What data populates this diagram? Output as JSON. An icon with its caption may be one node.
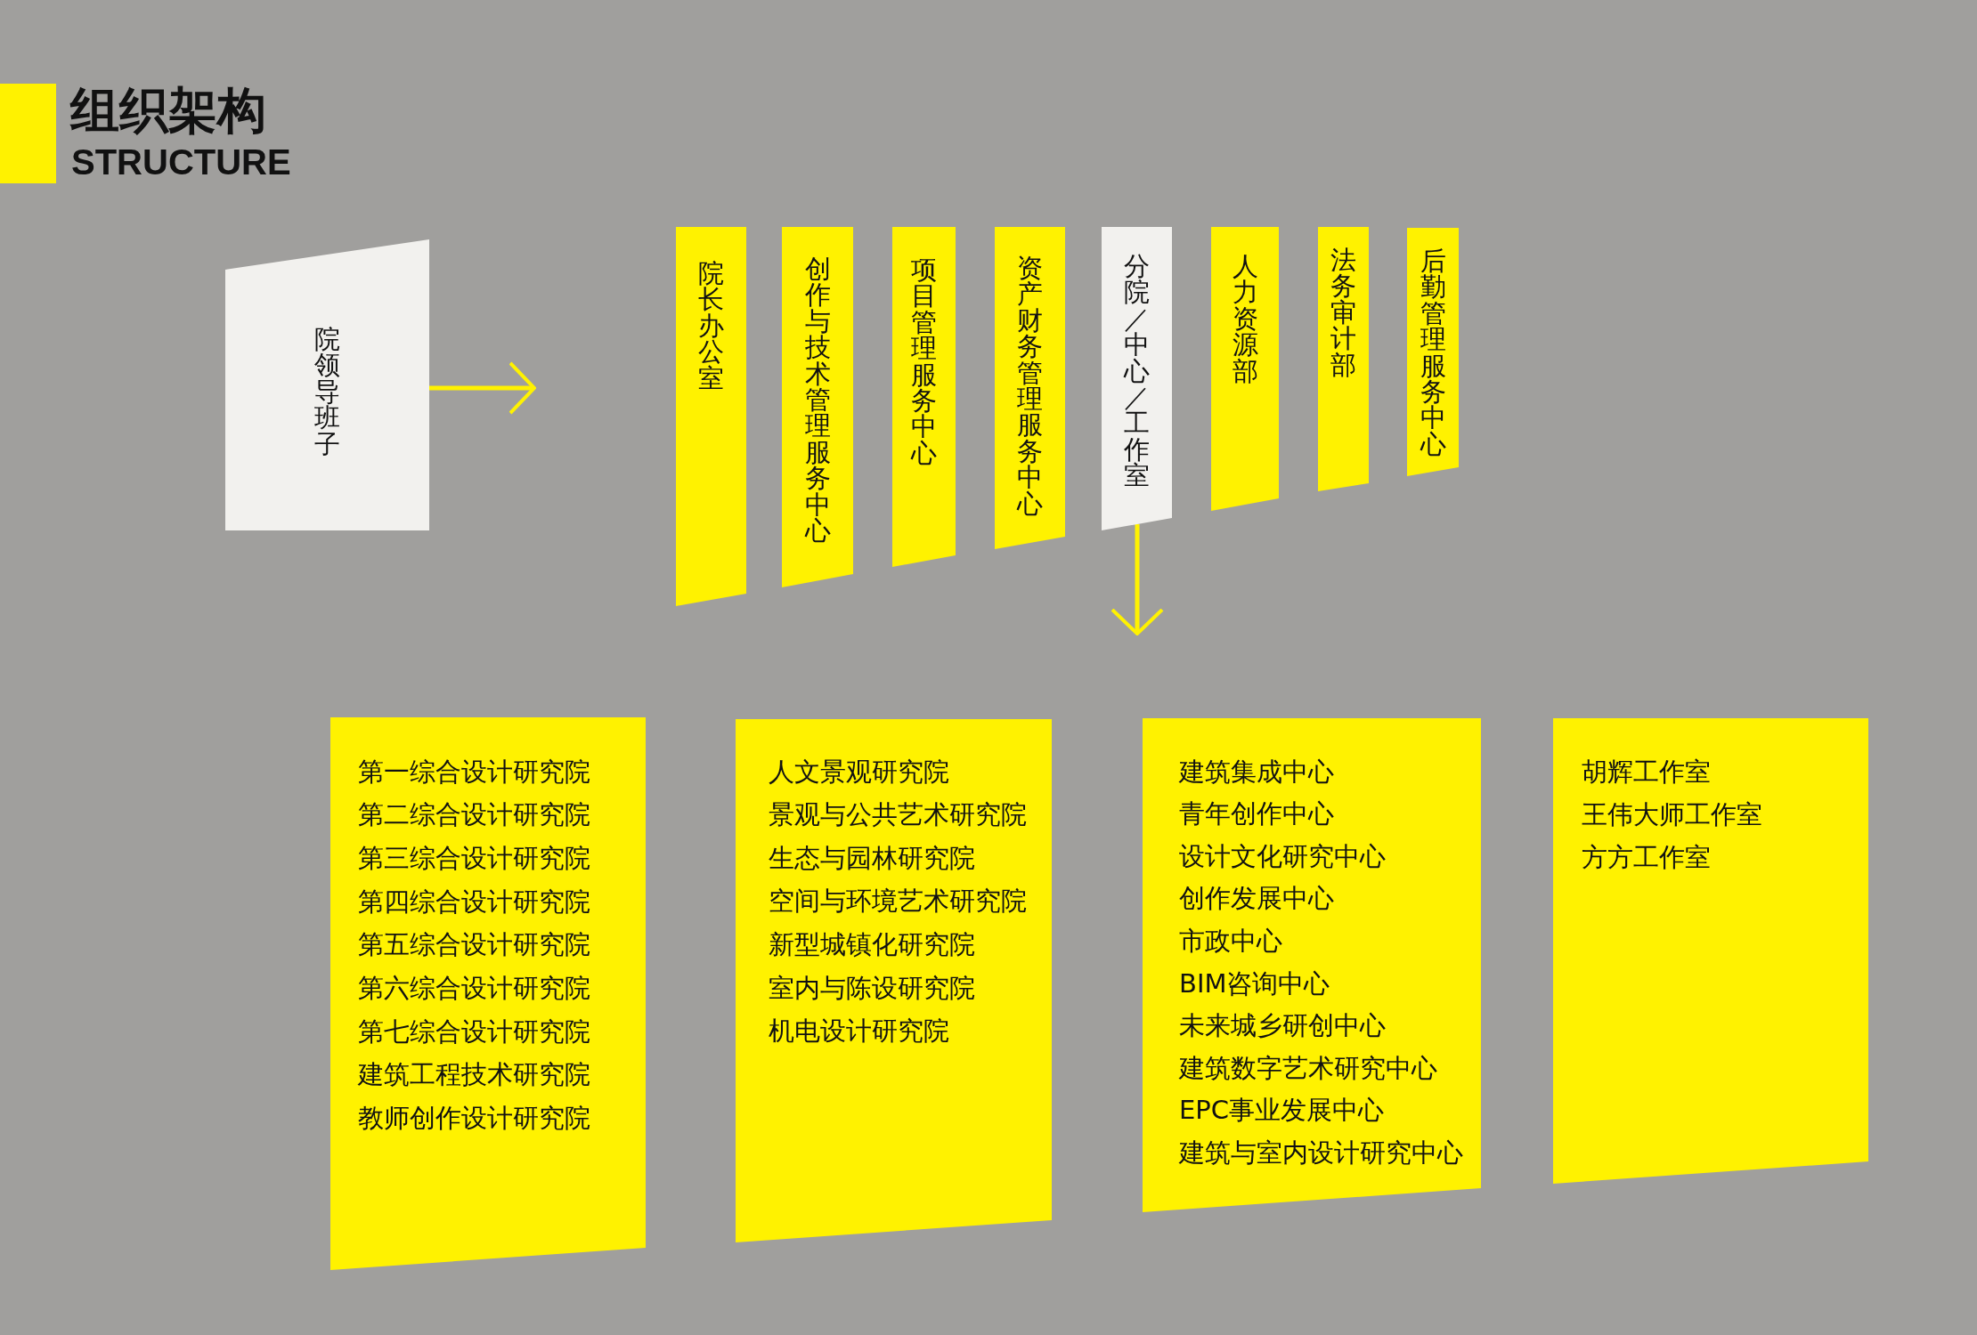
{
  "diagram": {
    "title": "组织架构",
    "nodes": [
      {
        "text": [
          "院领导班子"
        ]
      },
      {
        "text": [
          "院长办公室"
        ]
      },
      {
        "text": [
          "创作与技术管理服务中心"
        ]
      },
      {
        "text": [
          "项目管理服务中心"
        ]
      },
      {
        "text": [
          "资产财务管理服务中心"
        ]
      },
      {
        "text": [
          "分院／中心／工作室"
        ]
      },
      {
        "text": [
          "人力资源部"
        ]
      },
      {
        "text": [
          "法务审计部"
        ]
      },
      {
        "text": [
          "后勤管理服务中心"
        ]
      },
      {
        "text": [
          "第一综合设计研究院",
          "第二综合设计研究院",
          "第三综合设计研究院",
          "第四综合设计研究院",
          "第五综合设计研究院",
          "第六综合设计研究院",
          "第七综合设计研究院",
          "建筑工程技术研究院",
          "教师创作设计研究院"
        ]
      },
      {
        "text": [
          "人文景观研究院",
          "景观与公共艺术研究院",
          "生态与园林研究院",
          "空间与环境艺术研究院",
          "新型城镇化研究院",
          "室内与陈设研究院",
          "机电设计研究院"
        ]
      },
      {
        "text": [
          "建筑集成中心",
          "青年创作中心",
          "设计文化研究中心",
          "创作发展中心",
          "市政中心",
          "BIM咨询中心",
          "未来城乡研创中心",
          "建筑数字艺术研究中心",
          "EPC事业发展中心",
          "建筑与室内设计研究中心"
        ]
      },
      {
        "text": [
          "胡辉工作室",
          "王伟大师工作室",
          "方方工作室"
        ]
      }
    ],
    "edges": [
      {
        "from": 0,
        "to": null,
        "arrow": "to"
      },
      {
        "from": 5,
        "to": null,
        "arrow": "to"
      }
    ],
    "labels": [
      "STRUCTURE"
    ]
  }
}
